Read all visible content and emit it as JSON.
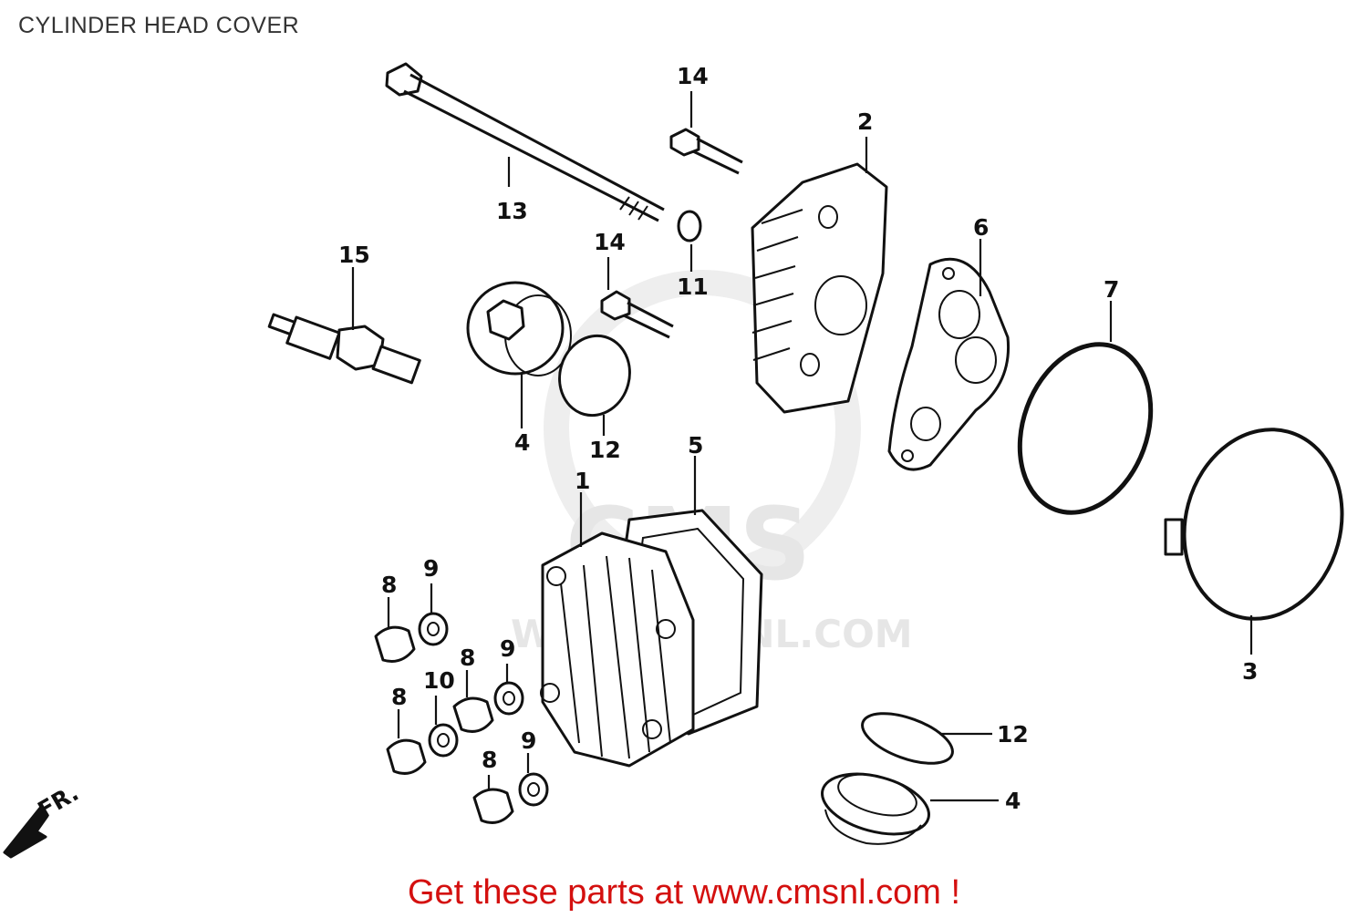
{
  "title": "CYLINDER HEAD COVER",
  "footer": "Get these parts at www.cmsnl.com !",
  "direction_label": "FR.",
  "watermark": {
    "brand": "CMS",
    "url": "WWW.CMSNL.COM"
  },
  "callouts": {
    "c1": "1",
    "c2": "2",
    "c3": "3",
    "c4a": "4",
    "c4b": "4",
    "c5": "5",
    "c6": "6",
    "c7": "7",
    "c8a": "8",
    "c8b": "8",
    "c8c": "8",
    "c8d": "8",
    "c9a": "9",
    "c9b": "9",
    "c9c": "9",
    "c10": "10",
    "c11": "11",
    "c12a": "12",
    "c12b": "12",
    "c13": "13",
    "c14a": "14",
    "c14b": "14",
    "c15": "15"
  },
  "colors": {
    "footer": "#d4100f",
    "title": "#333333",
    "line": "#111111"
  }
}
